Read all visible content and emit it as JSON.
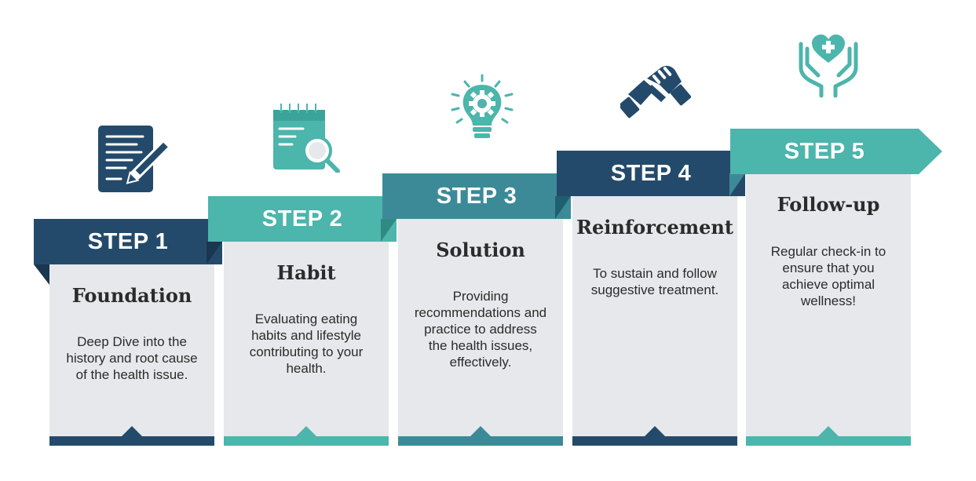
{
  "colors": {
    "dark_navy": "#244a6b",
    "teal": "#4cb5ac",
    "mid_teal": "#3c8a98",
    "card_bg": "#e6e8eb"
  },
  "steps": [
    {
      "label": "STEP 1",
      "title": "Foundation",
      "description": "Deep Dive into the history and root cause of the health issue.",
      "icon": "document-pencil-icon"
    },
    {
      "label": "STEP 2",
      "title": "Habit",
      "description": "Evaluating eating habits and lifestyle contributing to your health.",
      "icon": "calendar-search-icon"
    },
    {
      "label": "STEP 3",
      "title": "Solution",
      "description": "Providing recommendations and practice to address the health issues, effectively.",
      "icon": "lightbulb-gear-icon"
    },
    {
      "label": "STEP 4",
      "title": "Reinforcement",
      "description": "To sustain and follow suggestive treatment.",
      "icon": "handshake-icon"
    },
    {
      "label": "STEP 5",
      "title": "Follow-up",
      "description": "Regular check-in to ensure that you achieve optimal wellness!",
      "icon": "hands-heart-icon"
    }
  ]
}
